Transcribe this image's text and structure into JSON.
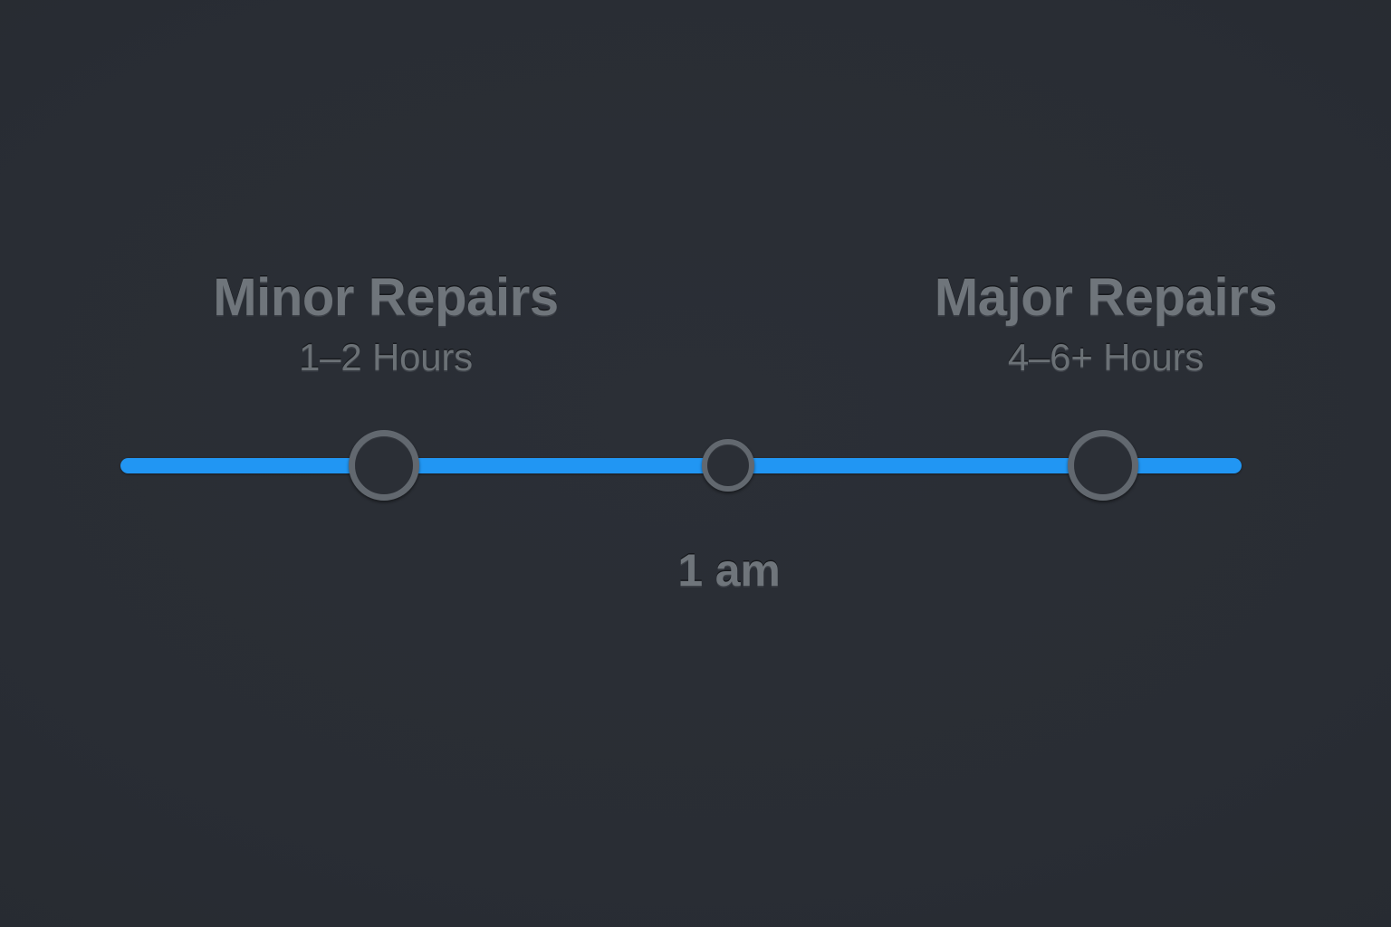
{
  "theme": {
    "background_color": "#282C33",
    "accent_color": "#2196F3",
    "text_color": "#6F757B",
    "handle_stroke_color": "#62686F"
  },
  "slider": {
    "name": "repair-duration-range-slider",
    "track": {
      "filled_color": "#2196F3"
    },
    "handles": [
      {
        "id": "start",
        "size": "large",
        "position_label": "Minor Repairs"
      },
      {
        "id": "middle",
        "size": "small",
        "position_label": "1 am"
      },
      {
        "id": "end",
        "size": "large",
        "position_label": "Major Repairs"
      }
    ],
    "labels": {
      "left": {
        "title": "Minor Repairs",
        "subtitle": "1–2 Hours"
      },
      "right": {
        "title": "Major Repairs",
        "subtitle": "4–6+ Hours"
      }
    },
    "selected_value": "1 am"
  }
}
